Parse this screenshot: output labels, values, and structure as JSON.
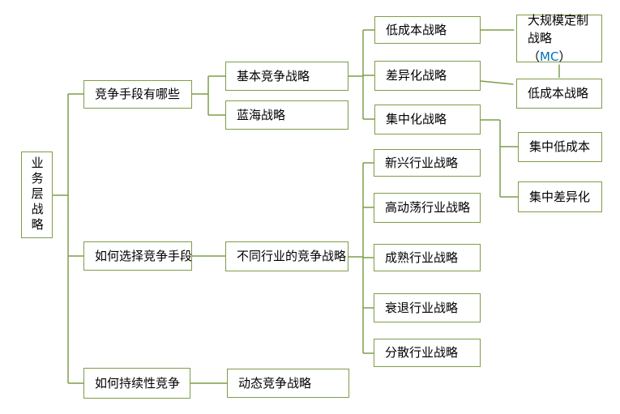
{
  "diagram": {
    "title_hint": "business-level strategy mind map",
    "colors": {
      "line": "#7e9d4a",
      "text": "#000000",
      "mc_highlight": "#0070c0"
    },
    "nodes": {
      "root": {
        "label": "业务层战略"
      },
      "q_means": {
        "label": "竞争手段有哪些"
      },
      "q_choose": {
        "label": "如何选择竞争手段"
      },
      "q_sustain": {
        "label": "如何持续性竞争"
      },
      "basic": {
        "label": "基本竞争战略"
      },
      "blue_ocean": {
        "label": "蓝海战略"
      },
      "industries": {
        "label": "不同行业的竞争战略"
      },
      "dynamic": {
        "label": "动态竞争战略"
      },
      "low_cost": {
        "label": "低成本战略"
      },
      "differentiation": {
        "label": "差异化战略"
      },
      "focus": {
        "label": "集中化战略"
      },
      "emerging": {
        "label": "新兴行业战略"
      },
      "turbulent": {
        "label": "高动荡行业战略"
      },
      "mature": {
        "label": "成熟行业战略"
      },
      "declining": {
        "label": "衰退行业战略"
      },
      "fragmented": {
        "label": "分散行业战略"
      },
      "mass_custom": {
        "label_prefix": "大规模定制战略（",
        "label_mc": "MC",
        "label_suffix": "）"
      },
      "low_cost_right": {
        "label": "低成本战略"
      },
      "focus_low_cost": {
        "label": "集中低成本"
      },
      "focus_diff": {
        "label": "集中差异化"
      }
    },
    "edges": [
      {
        "from": "root",
        "to": "q_means",
        "type": "line"
      },
      {
        "from": "root",
        "to": "q_choose",
        "type": "line"
      },
      {
        "from": "root",
        "to": "q_sustain",
        "type": "line"
      },
      {
        "from": "q_means",
        "to": "basic",
        "type": "line"
      },
      {
        "from": "q_means",
        "to": "blue_ocean",
        "type": "line"
      },
      {
        "from": "basic",
        "to": "low_cost",
        "type": "line"
      },
      {
        "from": "basic",
        "to": "differentiation",
        "type": "line"
      },
      {
        "from": "basic",
        "to": "focus",
        "type": "line"
      },
      {
        "from": "q_choose",
        "to": "industries",
        "type": "line"
      },
      {
        "from": "industries",
        "to": "emerging",
        "type": "line"
      },
      {
        "from": "industries",
        "to": "turbulent",
        "type": "line"
      },
      {
        "from": "industries",
        "to": "mature",
        "type": "line"
      },
      {
        "from": "industries",
        "to": "declining",
        "type": "line"
      },
      {
        "from": "industries",
        "to": "fragmented",
        "type": "line"
      },
      {
        "from": "q_sustain",
        "to": "dynamic",
        "type": "line"
      },
      {
        "from": "low_cost",
        "to": "mass_custom",
        "type": "arrow"
      },
      {
        "from": "differentiation",
        "to": "low_cost_right",
        "type": "arrow"
      },
      {
        "from": "low_cost_right",
        "to": "mass_custom",
        "type": "arrow"
      },
      {
        "from": "focus",
        "to": "focus_low_cost",
        "type": "line"
      },
      {
        "from": "focus",
        "to": "focus_diff",
        "type": "line"
      }
    ]
  }
}
